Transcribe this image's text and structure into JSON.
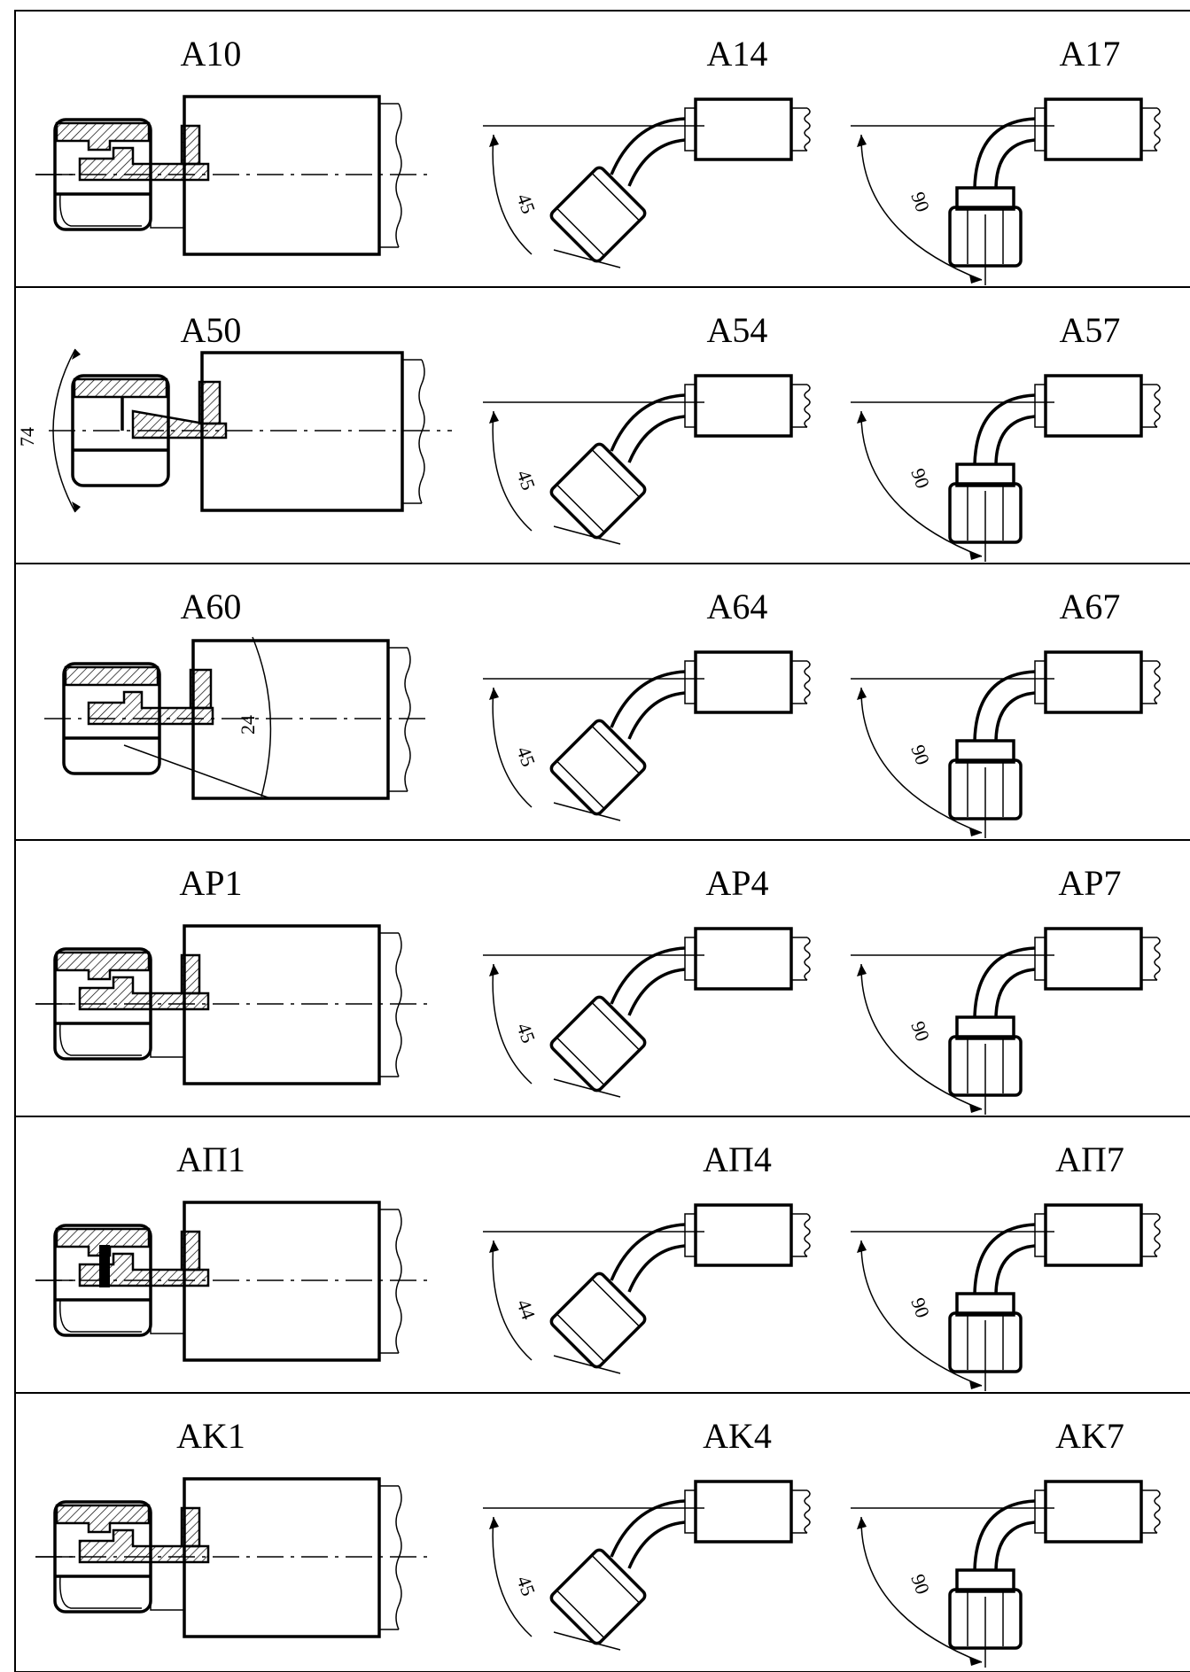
{
  "rows": [
    {
      "type": "straight",
      "labels": [
        "A10",
        "A14",
        "A17"
      ],
      "angles": [
        "45",
        "90"
      ],
      "extra_angle": null
    },
    {
      "type": "cone",
      "labels": [
        "A50",
        "A54",
        "A57"
      ],
      "angles": [
        "45",
        "90"
      ],
      "extra_angle": "74"
    },
    {
      "type": "flare",
      "labels": [
        "A60",
        "A64",
        "A67"
      ],
      "angles": [
        "45",
        "90"
      ],
      "extra_angle": "24"
    },
    {
      "type": "straight",
      "labels": [
        "AP1",
        "AP4",
        "AP7"
      ],
      "angles": [
        "45",
        "90"
      ],
      "extra_angle": null
    },
    {
      "type": "flat",
      "labels": [
        "AП1",
        "AП4",
        "AП7"
      ],
      "angles": [
        "44",
        "90"
      ],
      "extra_angle": null
    },
    {
      "type": "straight",
      "labels": [
        "AK1",
        "AK4",
        "AK7"
      ],
      "angles": [
        "45",
        "90"
      ],
      "extra_angle": null
    }
  ],
  "colors": {
    "ink": "#000000",
    "paper": "#ffffff"
  }
}
